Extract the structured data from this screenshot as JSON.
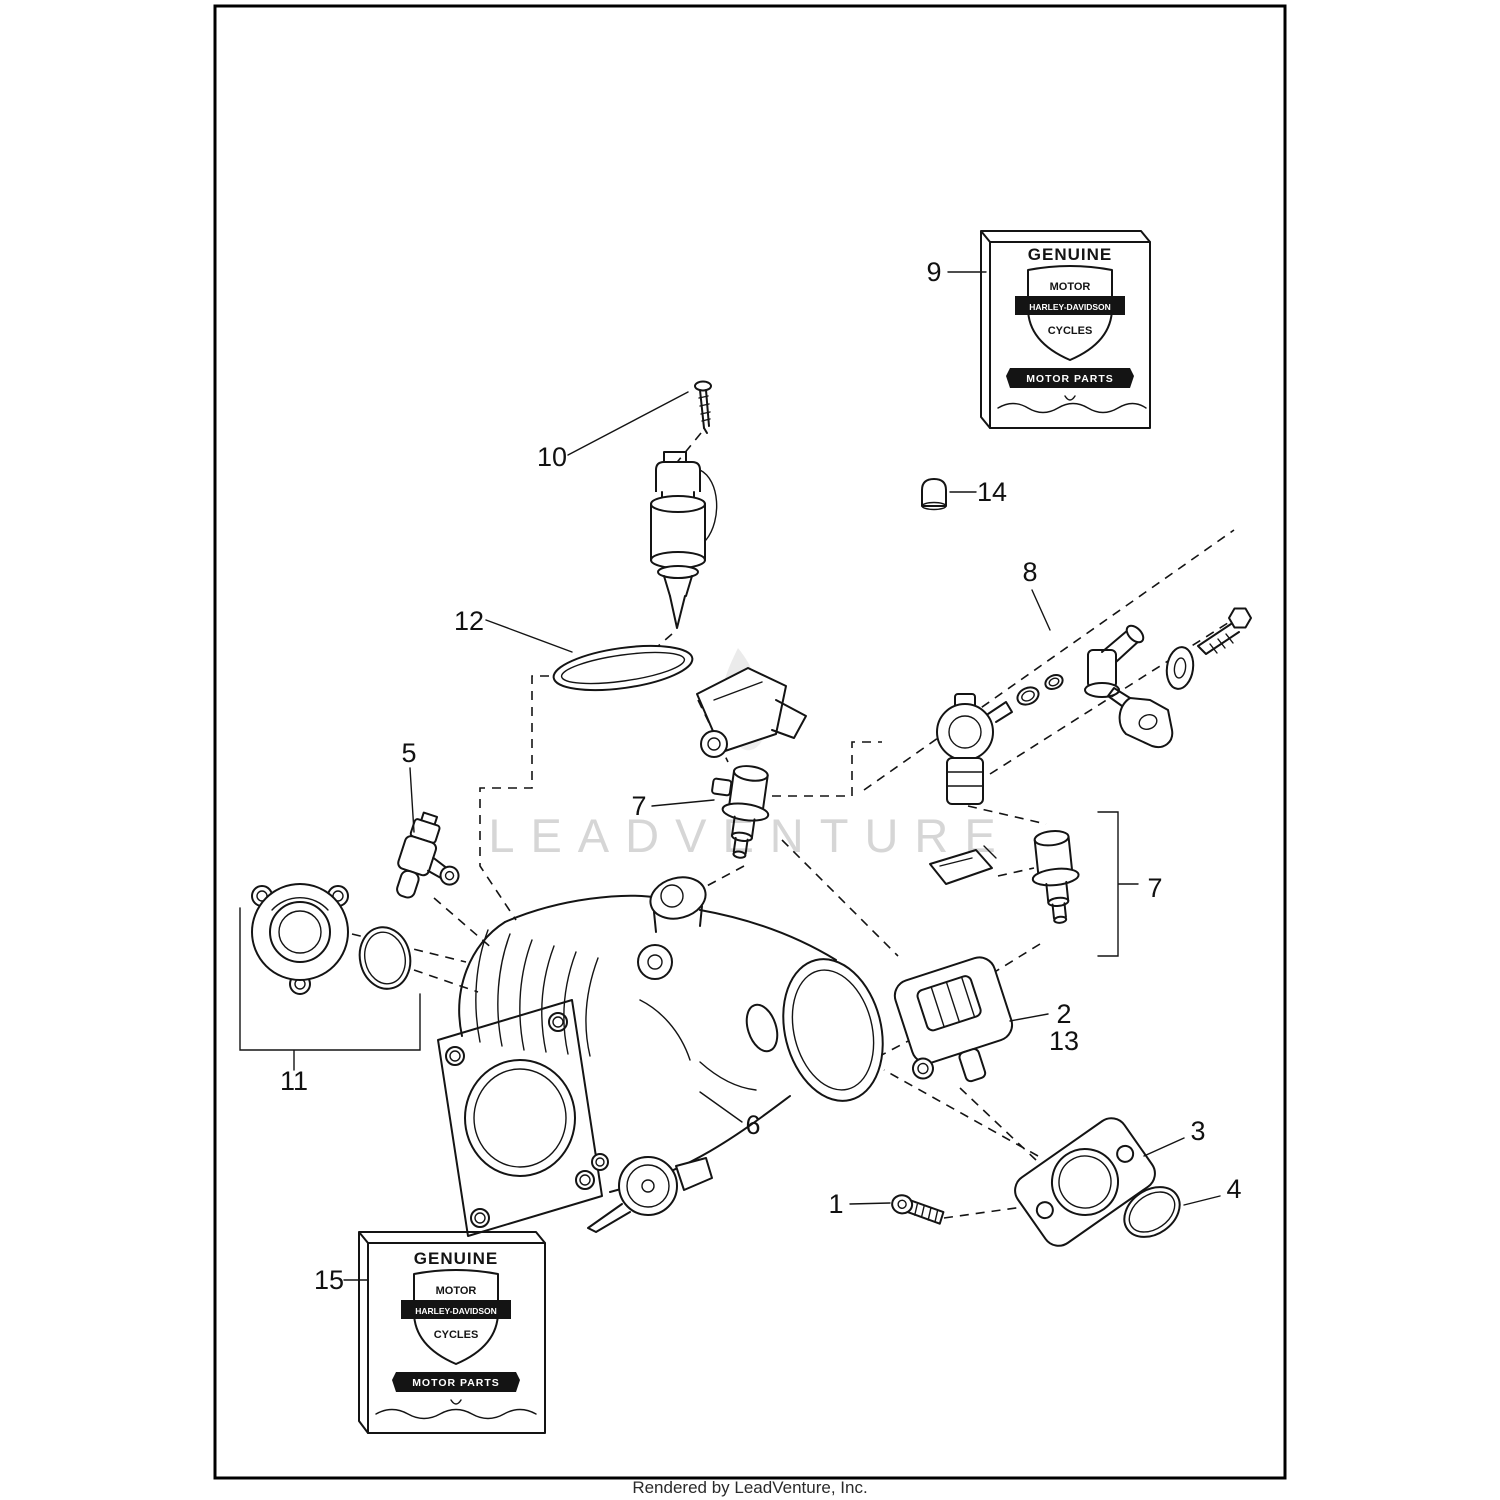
{
  "page": {
    "footer": "Rendered by LeadVenture, Inc.",
    "watermark": "LEADVENTURE"
  },
  "logo": {
    "arc_text": "GENUINE",
    "shield_top": "MOTOR",
    "shield_bar": "HARLEY-DAVIDSON",
    "shield_bottom": "CYCLES",
    "ribbon": "MOTOR PARTS"
  },
  "callouts": [
    {
      "label": "1"
    },
    {
      "label": "2"
    },
    {
      "label": "3"
    },
    {
      "label": "4"
    },
    {
      "label": "5"
    },
    {
      "label": "6"
    },
    {
      "label": "7"
    },
    {
      "label": "7"
    },
    {
      "label": "8"
    },
    {
      "label": "9"
    },
    {
      "label": "10"
    },
    {
      "label": "11"
    },
    {
      "label": "12"
    },
    {
      "label": "13"
    },
    {
      "label": "14"
    },
    {
      "label": "15"
    }
  ]
}
